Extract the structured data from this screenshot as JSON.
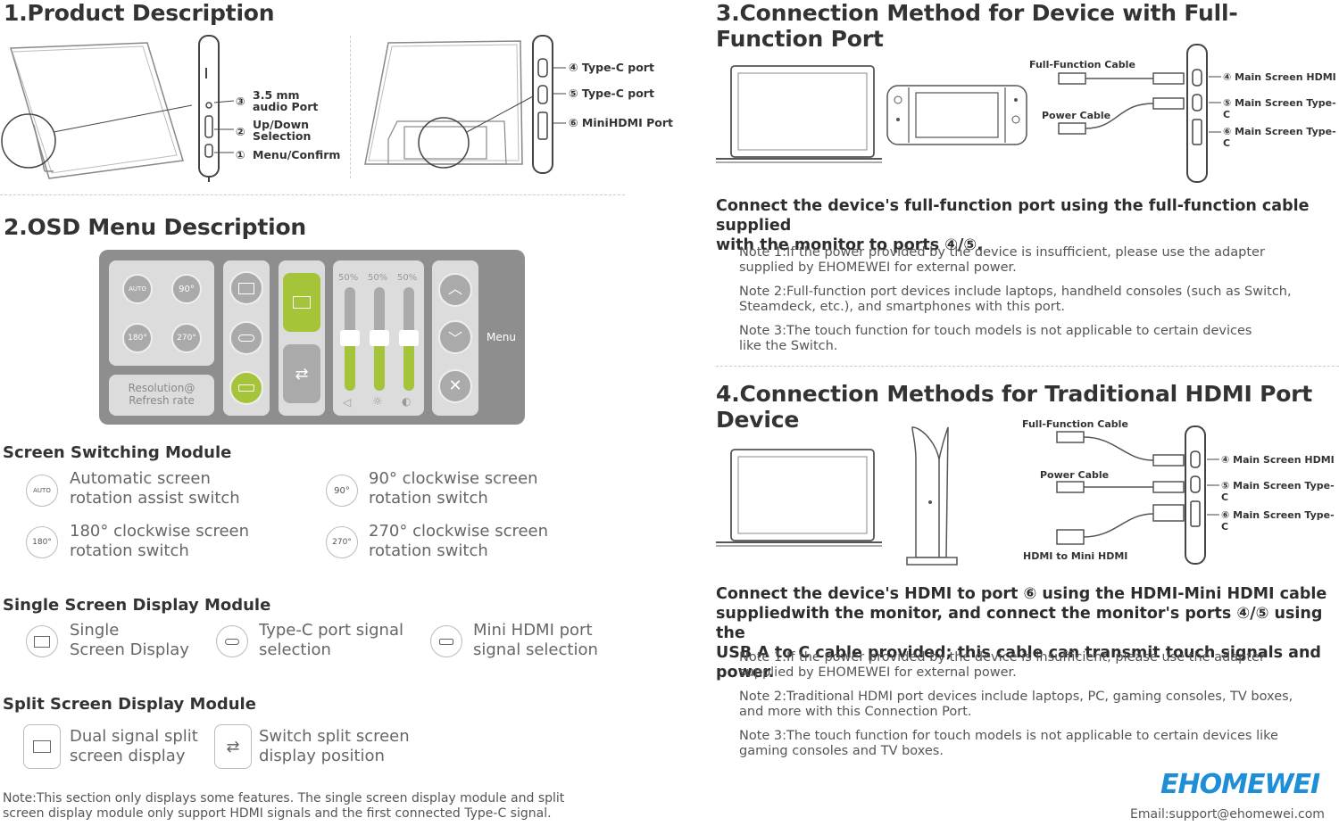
{
  "section1": {
    "title": "1.Product Description",
    "labels": {
      "audio": "③ 3.5 mm\naudio Port",
      "audio_line1": "3.5 mm",
      "audio_line2": "audio Port",
      "updown_line1": "Up/Down",
      "updown_line2": "Selection",
      "menu": "Menu/Confirm",
      "n3": "③",
      "n2": "②",
      "n1": "①",
      "typec4": "④ Type-C port",
      "typec5": "⑤ Type-C port",
      "minihdmi6": "⑥ MiniHDMI Port"
    }
  },
  "section2": {
    "title": "2.OSD Menu Description",
    "osd": {
      "percents": [
        "50%",
        "50%",
        "50%"
      ],
      "menu_label": "Menu",
      "resolution_line1": "Resolution@",
      "resolution_line2": "Refresh rate",
      "rot_labels": [
        "AUTO",
        "90°",
        "180°",
        "270°"
      ]
    },
    "screen_switching": {
      "title": "Screen Switching Module",
      "items": [
        {
          "icon": "AUTO",
          "line1": "Automatic screen",
          "line2": "rotation assist switch"
        },
        {
          "icon": "90°",
          "line1": "90° clockwise screen",
          "line2": "rotation switch"
        },
        {
          "icon": "180°",
          "line1": "180° clockwise screen",
          "line2": "rotation switch"
        },
        {
          "icon": "270°",
          "line1": "270° clockwise screen",
          "line2": "rotation switch"
        }
      ]
    },
    "single_screen": {
      "title": "Single Screen Display Module",
      "items": [
        {
          "line1": "Single",
          "line2": "Screen Display"
        },
        {
          "line1": "Type-C port signal",
          "line2": "selection"
        },
        {
          "line1": "Mini HDMI port",
          "line2": "signal selection"
        }
      ]
    },
    "split_screen": {
      "title": "Split Screen Display Module",
      "items": [
        {
          "line1": "Dual signal split",
          "line2": "screen display"
        },
        {
          "line1": "Switch split screen",
          "line2": "display position"
        }
      ]
    },
    "note_line1": "Note:This section only displays some features. The single screen display module and split",
    "note_line2": "screen display module only support HDMI signals and the first connected Type-C signal."
  },
  "section3": {
    "title": "3.Connection Method for Device with Full-Function Port",
    "cable1": "Full-Function Cable",
    "cable2": "Power Cable",
    "port4": "④ Main Screen HDMI",
    "port5": "⑤ Main Screen Type-C",
    "port6": "⑥ Main Screen Type-C",
    "body_line1": "Connect the device's full-function port using the full-function cable supplied",
    "body_line2": "with the monitor to ports ④/⑤.",
    "notes": [
      [
        "Note 1:If the power provided by the device is insufficient, please use the adapter",
        "supplied by EHOMEWEI for external power."
      ],
      [
        "Note 2:Full-function port devices include laptops, handheld consoles (such as Switch,",
        "Steamdeck, etc.), and smartphones with this port."
      ],
      [
        "Note 3:The touch function for touch models is not applicable to certain devices",
        "like the Switch."
      ]
    ]
  },
  "section4": {
    "title": "4.Connection Methods for Traditional HDMI Port Device",
    "cable1": "Full-Function Cable",
    "cable2": "Power Cable",
    "cable3": "HDMI to Mini HDMI",
    "port4": "④ Main Screen HDMI",
    "port5": "⑤ Main Screen Type-C",
    "port6": "⑥ Main Screen Type-C",
    "body_line1": "Connect the device's HDMI to port ⑥ using the HDMI-Mini HDMI cable",
    "body_line2": "suppliedwith the monitor, and connect the monitor's ports ④/⑤ using the",
    "body_line3": "USB A to C cable provided; this cable can transmit touch signals and power.",
    "notes": [
      [
        "Note 1:If the power provided by the device is insufficient, please use the adapter",
        "supplied by EHOMEWEI for external power."
      ],
      [
        "Note 2:Traditional HDMI port devices include laptops, PC, gaming consoles, TV boxes,",
        "and more with this Connection Port."
      ],
      [
        "Note 3:The touch function for touch models is not applicable to certain devices like",
        "gaming consoles and TV boxes."
      ]
    ]
  },
  "brand": {
    "logo": "EHOMEWEI",
    "email": "Email:support@ehomewei.com",
    "logo_color": "#1e8fd6"
  },
  "colors": {
    "osd_bg": "#8e8e8e",
    "osd_panel": "#dcdcdc",
    "accent_green": "#a6c43a"
  }
}
